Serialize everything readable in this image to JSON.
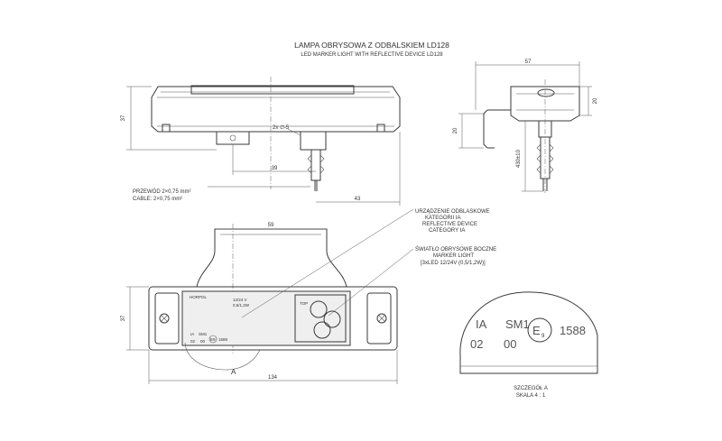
{
  "title": "LAMPA OBRYSOWA Z ODBALSKIEM LD128",
  "subtitle": "LED MARKER LIGHT WITH REFLECTIVE DEVICE LD128",
  "dimensions": {
    "front_height": "37",
    "side_width": "57",
    "side_height": "20",
    "bracket_height": "20",
    "cable_length": "430±10",
    "hole_spacing": "39",
    "right_offset": "43",
    "bracket_width": "59",
    "total_length": "134",
    "bottom_height": "37",
    "hole_label": "2x ∅ 5"
  },
  "callouts": {
    "cable_pl": "PRZEWÓD 2×0,75 mm²",
    "cable_en": "CABLE: 2×0,75 mm²",
    "reflector_1": "URZĄDZENIE ODBLASKOWE",
    "reflector_2": "KATEGORII IA",
    "reflector_3": "REFLECTIVE DEVICE",
    "reflector_4": "CATEGORY IA",
    "light_1": "ŚWIATŁO OBRYSOWE BOCZNE",
    "light_2": "MARKER LIGHT",
    "light_3": "[3xLED 12/24V (0,5/1,2W)]"
  },
  "lamp_text": {
    "brand": "HORPOL",
    "voltage": "12/24 V",
    "power": "0,5/1,2W",
    "ia": "IA",
    "sm1": "SM1",
    "e9": "E9",
    "code": "1588",
    "n02": "02",
    "n00": "00",
    "top": "TOP"
  },
  "detail": {
    "ia": "IA",
    "sm1": "SM1",
    "e": "E",
    "nine": "9",
    "code": "1588",
    "n02": "02",
    "n00": "00",
    "label_1": "SZCZEGÓŁ A",
    "label_2": "SKALA 4 : 1",
    "marker": "A"
  }
}
